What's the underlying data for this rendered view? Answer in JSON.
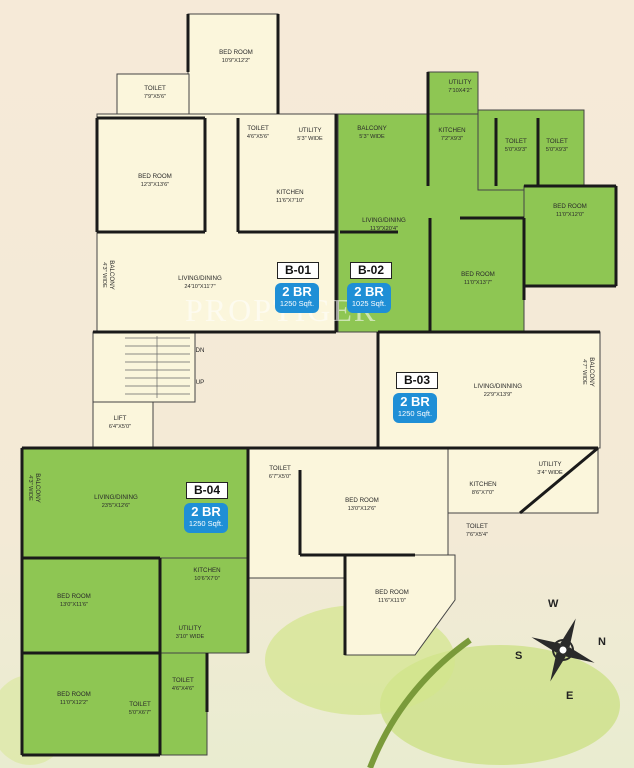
{
  "units": {
    "b01": {
      "code": "B-01",
      "bedrooms": "2 BR",
      "area": "1250 Sqft."
    },
    "b02": {
      "code": "B-02",
      "bedrooms": "2 BR",
      "area": "1025 Sqft."
    },
    "b03": {
      "code": "B-03",
      "bedrooms": "2 BR",
      "area": "1250 Sqft."
    },
    "b04": {
      "code": "B-04",
      "bedrooms": "2 BR",
      "area": "1250 Sqft."
    }
  },
  "rooms": {
    "b01_bed1": {
      "name": "BED ROOM",
      "dim": "10'9\"X12'2\""
    },
    "b01_toilet1": {
      "name": "TOILET",
      "dim": "7'9\"X5'6\""
    },
    "b01_bed2": {
      "name": "BED ROOM",
      "dim": "12'3\"X13'6\""
    },
    "b01_toilet2": {
      "name": "TOILET",
      "dim": "4'6\"X5'6\""
    },
    "b01_utility": {
      "name": "UTILITY",
      "dim": "5'3\" WIDE"
    },
    "b01_kitchen": {
      "name": "KITCHEN",
      "dim": "11'6\"X7'10\""
    },
    "b01_living": {
      "name": "LIVING/DINING",
      "dim": "24'10\"X11'7\""
    },
    "b01_balcony": {
      "name": "BALCONY",
      "dim": "4'3\" WIDE"
    },
    "b02_balcony": {
      "name": "BALCONY",
      "dim": "5'3\" WIDE"
    },
    "b02_living": {
      "name": "LIVING/DINING",
      "dim": "11'9\"X20'4\""
    },
    "b02_utility": {
      "name": "UTILITY",
      "dim": "7'10X4'2\""
    },
    "b02_kitchen": {
      "name": "KITCHEN",
      "dim": "7'2\"X9'3\""
    },
    "b02_toilet1": {
      "name": "TOILET",
      "dim": "5'0\"X9'3\""
    },
    "b02_toilet2": {
      "name": "TOILET",
      "dim": "5'0\"X9'3\""
    },
    "b02_bed1": {
      "name": "BED ROOM",
      "dim": "11'0\"X12'0\""
    },
    "b02_bed2": {
      "name": "BED ROOM",
      "dim": "11'0\"X13'7\""
    },
    "stair_dn": {
      "name": "DN"
    },
    "stair_up": {
      "name": "UP"
    },
    "lift": {
      "name": "LIFT",
      "dim": "6'4\"X5'0\""
    },
    "b03_living": {
      "name": "LIVING/DINNING",
      "dim": "22'9\"X13'9\""
    },
    "b03_balcony": {
      "name": "BALCONY",
      "dim": "4'7\" WIDE"
    },
    "b03_toilet1": {
      "name": "TOILET",
      "dim": "6'7\"X5'0\""
    },
    "b03_bed1": {
      "name": "BED ROOM",
      "dim": "13'0\"X12'6\""
    },
    "b03_kitchen": {
      "name": "KITCHEN",
      "dim": "8'6\"X7'0\""
    },
    "b03_utility": {
      "name": "UTILITY",
      "dim": "3'4\" WIDE"
    },
    "b03_toilet2": {
      "name": "TOILET",
      "dim": "7'6\"X5'4\""
    },
    "b03_bed2": {
      "name": "BED ROOM",
      "dim": "11'6\"X11'0\""
    },
    "b04_balcony": {
      "name": "BALCONY",
      "dim": "4'3\" WIDE"
    },
    "b04_living": {
      "name": "LIVING/DINING",
      "dim": "23'5\"X12'6\""
    },
    "b04_bed1": {
      "name": "BED ROOM",
      "dim": "13'0\"X11'6\""
    },
    "b04_kitchen": {
      "name": "KITCHEN",
      "dim": "10'6\"X7'0\""
    },
    "b04_utility": {
      "name": "UTILITY",
      "dim": "3'10\" WIDE"
    },
    "b04_bed2": {
      "name": "BED ROOM",
      "dim": "11'0\"X12'2\""
    },
    "b04_toilet1": {
      "name": "TOILET",
      "dim": "4'6\"X4'6\""
    },
    "b04_toilet2": {
      "name": "TOILET",
      "dim": "5'0\"X6'7\""
    }
  },
  "compass": {
    "north": "N",
    "south": "S",
    "east": "E",
    "west": "W"
  },
  "watermark": "PROPTIGER",
  "colors": {
    "green_unit": "#8ec653",
    "cream_unit": "#fbf6dc",
    "wall": "#1a1a1a",
    "tag_blue": "#1f8fd6",
    "background": "#f6ead8"
  }
}
